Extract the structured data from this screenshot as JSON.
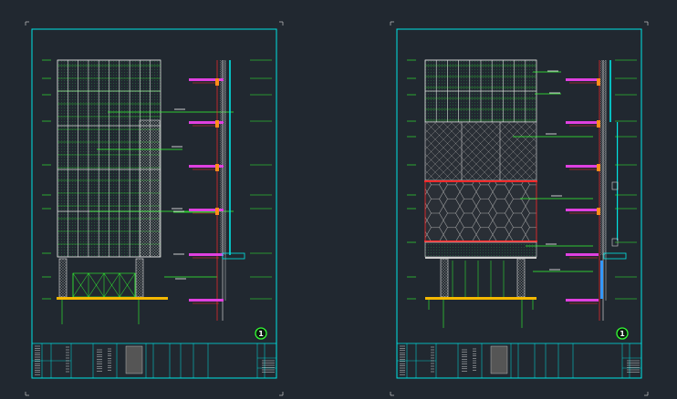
{
  "app": {
    "background": "#212830"
  },
  "colors": {
    "frame": "#00e5e5",
    "mullion": "#dcdcdc",
    "glass_dot": "#2aa84a",
    "leader": "#33ff33",
    "slab": "#e040e0",
    "red": "#ff2a2a",
    "yellow": "#f5b800",
    "orange": "#ff8c1a",
    "hatch": "#9a9a9a",
    "text": "#e8e8e8",
    "blue": "#3399ff"
  },
  "sheets": [
    {
      "id": "left",
      "drawing_number": "1",
      "callouts": [
        "",
        "",
        "",
        "",
        ""
      ]
    },
    {
      "id": "right",
      "drawing_number": "1",
      "callouts": [
        "",
        "",
        "",
        "",
        "",
        ""
      ]
    }
  ]
}
